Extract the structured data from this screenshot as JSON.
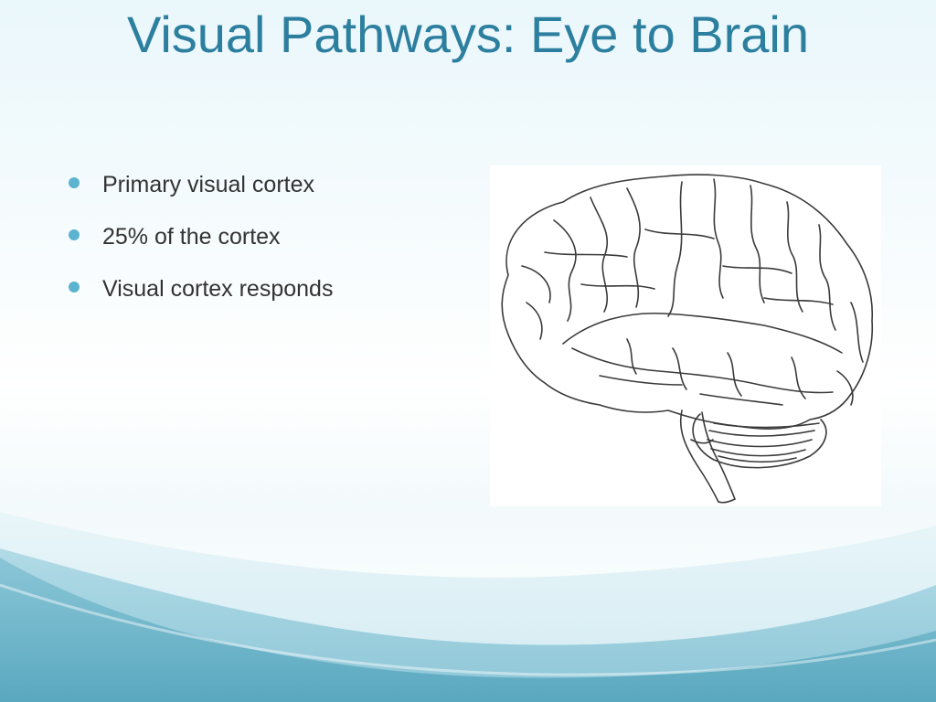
{
  "slide": {
    "title": "Visual Pathways:  Eye to Brain",
    "bullets": [
      "Primary visual cortex",
      "25% of the cortex",
      "Visual cortex responds"
    ],
    "image": {
      "icon": "brain-illustration"
    },
    "colors": {
      "title": "#2c7f9e",
      "bullet_marker": "#5bb3cf",
      "body_text": "#333333",
      "wave_dark": "#6bb3c8",
      "wave_light": "#d7eef5"
    }
  }
}
